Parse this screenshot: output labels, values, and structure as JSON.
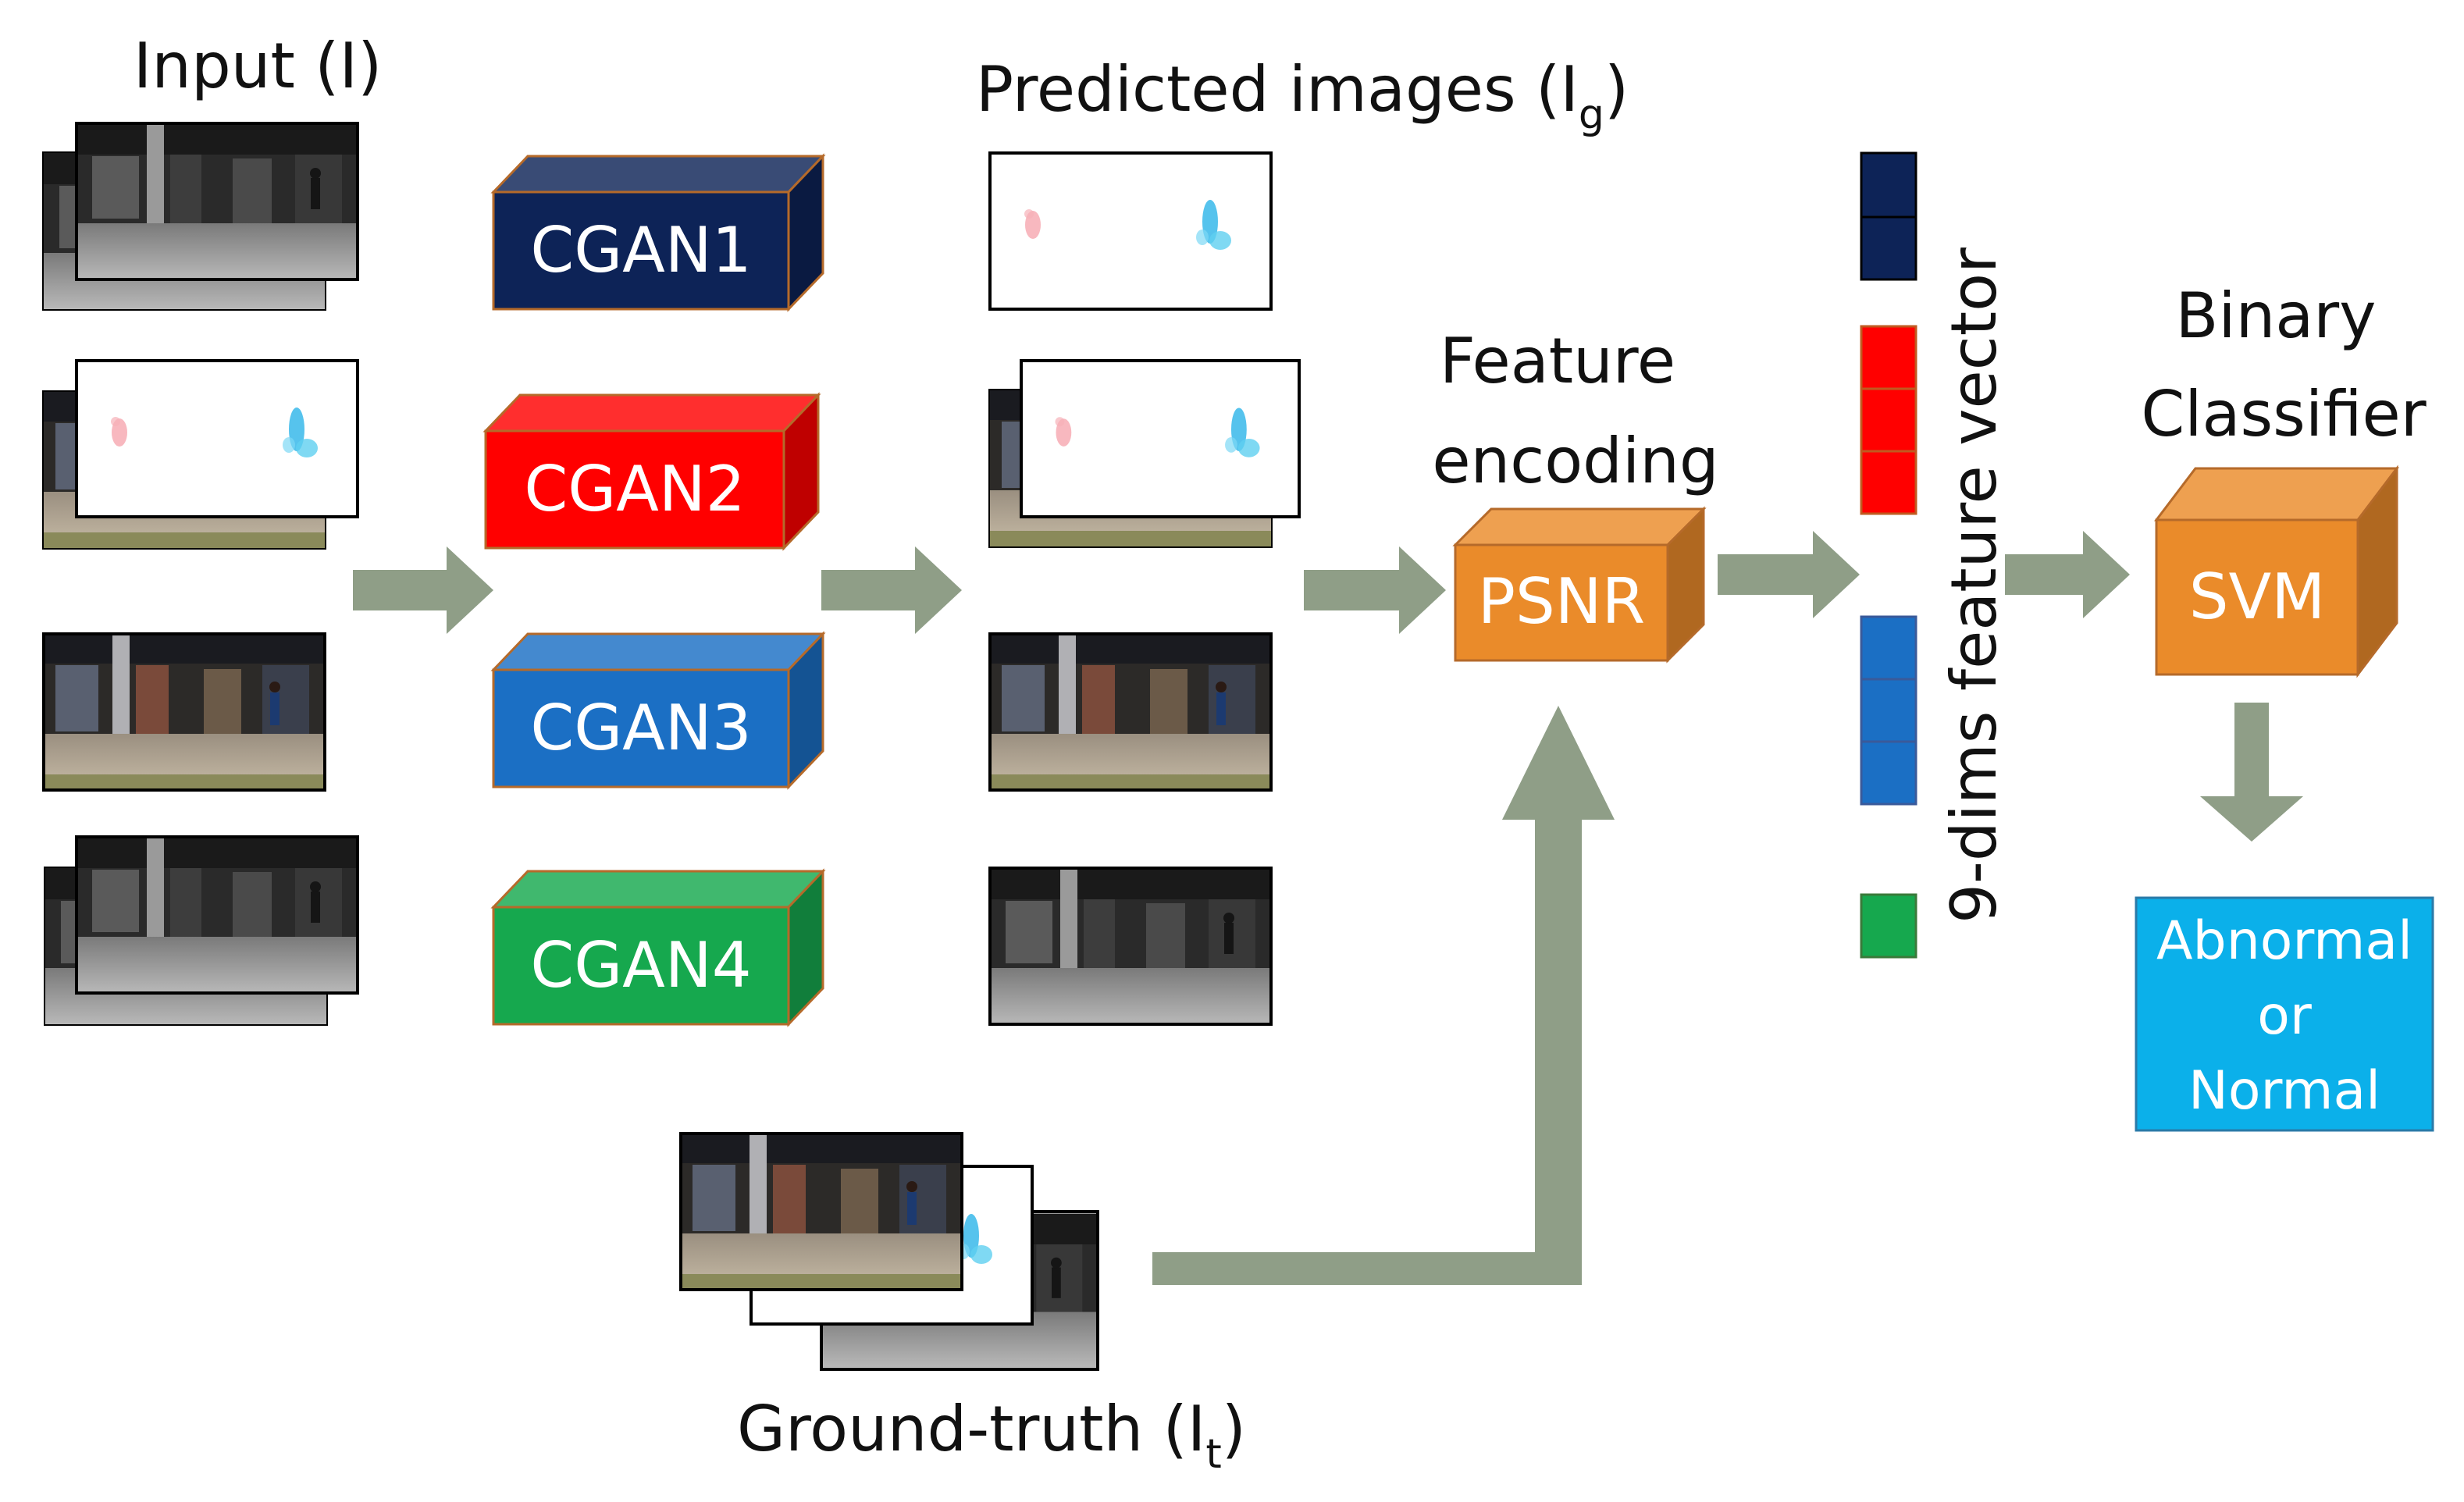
{
  "labels": {
    "input": "Input (I)",
    "predicted_prefix": "Predicted images (I",
    "predicted_sub": "g",
    "predicted_suffix": ")",
    "feature_line1": "Feature",
    "feature_line2": "encoding",
    "feature_vector": "9-dims feature vector",
    "binary_line1": "Binary",
    "binary_line2": "Classifier",
    "ground_prefix": "Ground-truth (I",
    "ground_sub": "t",
    "ground_suffix": ")"
  },
  "models": [
    {
      "label": "CGAN1",
      "color": "#0d2357"
    },
    {
      "label": "CGAN2",
      "color": "#ff0000"
    },
    {
      "label": "CGAN3",
      "color": "#1b6fc4"
    },
    {
      "label": "CGAN4",
      "color": "#16a84e"
    }
  ],
  "encoder": {
    "label": "PSNR",
    "color": "#ea8b2a"
  },
  "classifier": {
    "label": "SVM",
    "color": "#ea8b2a"
  },
  "output": {
    "line1": "Abnormal",
    "line2": "or",
    "line3": "Normal",
    "color": "#0bb0ea"
  },
  "arrow_color": "#8f9e87"
}
